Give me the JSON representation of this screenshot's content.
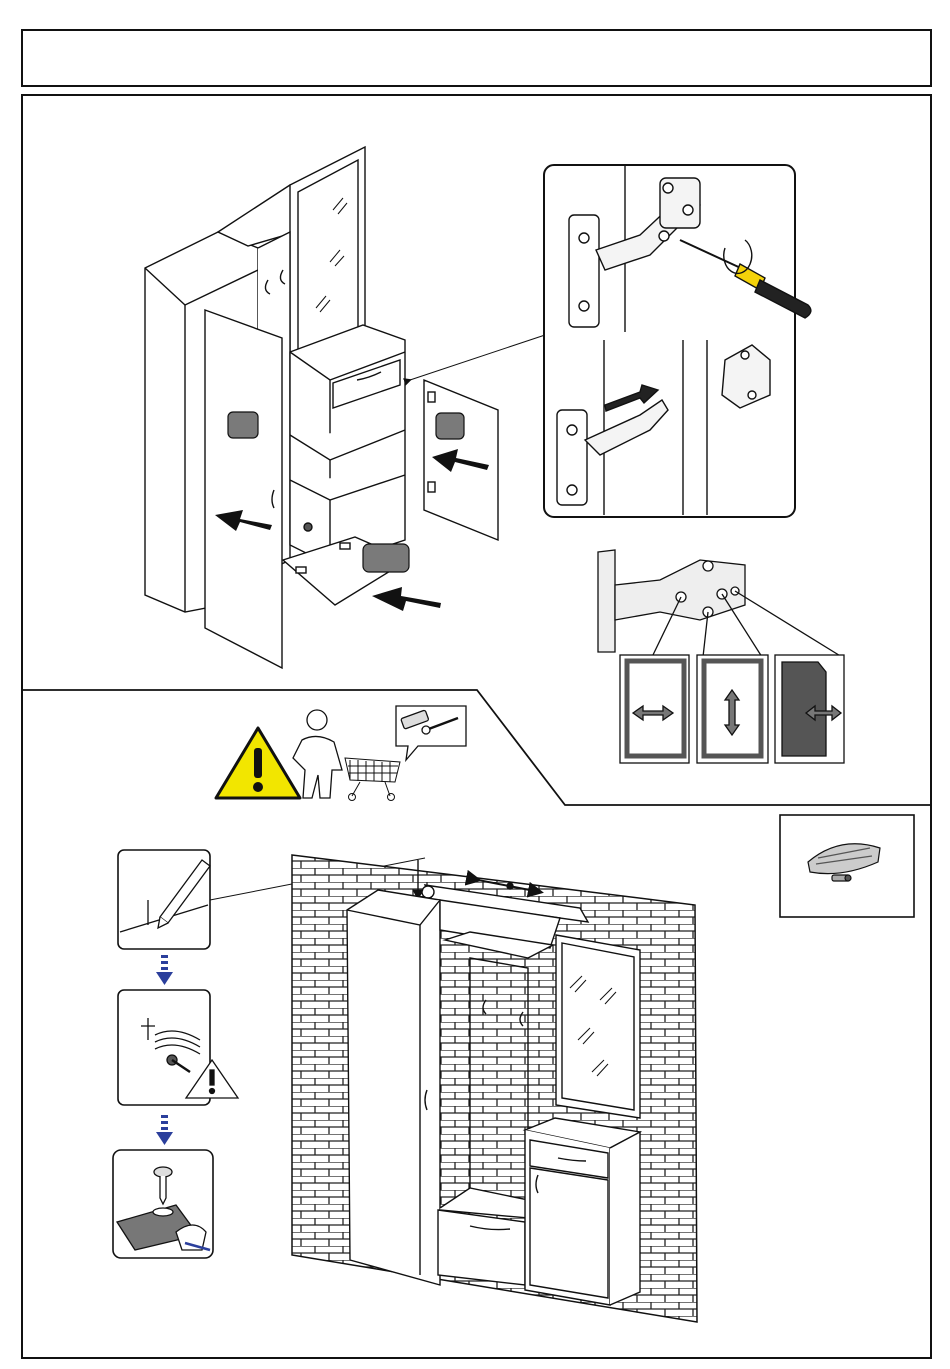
{
  "page": {
    "header_text": "",
    "colors": {
      "line": "#111111",
      "badge_grey": "#7a7a7a",
      "warning_yellow": "#f2e600",
      "screwdriver_yellow": "#f4d20a",
      "arrow_blue": "#2b3f9c",
      "panel_dark": "#666666",
      "brick_line": "#222222"
    }
  },
  "step1": {
    "badges": [
      "",
      "",
      ""
    ],
    "icons": [
      "cabinet-assembly-drawing",
      "hinge-mount-detail",
      "hinge-adjustment-detail"
    ],
    "adjustments": [
      "horizontal-adjust",
      "vertical-adjust",
      "depth-adjust"
    ]
  },
  "step2": {
    "icons": [
      "warning-icon",
      "assembler-figure-icon",
      "shopping-cart-icon",
      "screw-and-dowel-icon",
      "mark-wall-pencil-icon",
      "drill-and-plug-icon",
      "fix-screw-icon",
      "wall-mounted-unit",
      "wall-fixing-kit-icon"
    ]
  }
}
